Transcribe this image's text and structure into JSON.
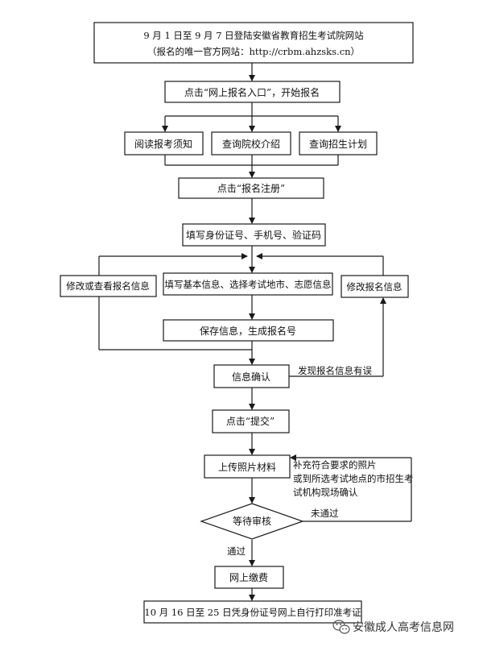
{
  "flowchart": {
    "nodes": {
      "login_line1": "9 月 1 日至 9 月 7 日登陆安徽省教育招生考试院网站",
      "login_line2": "（报名的唯一官方网站：http://crbm.ahzsks.cn）",
      "entry": "点击“网上报名入口”，开始报名",
      "notice": "阅读报考须知",
      "schools": "查询院校介绍",
      "plan": "查询招生计划",
      "register": "点击“报名注册”",
      "idfill": "填写身份证号、手机号、验证码",
      "modify_view": "修改或查看报名信息",
      "basic_info": "填写基本信息、选择考试地市、志愿信息",
      "modify": "修改报名信息",
      "save": "保存信息，生成报名号",
      "confirm": "信息确认",
      "submit": "点击“提交”",
      "upload": "上传照片材料",
      "wait": "等待审核",
      "pay": "网上缴费",
      "print": "10 月 16 日至 25 日凭身份证号网上自行打印准考证"
    },
    "labels": {
      "found_error": "发现报名信息有误",
      "supplement_line1": "补充符合要求的照片",
      "supplement_line2": "或到所选考试地点的市招生考",
      "supplement_line3": "试机构现场确认",
      "not_passed": "未通过",
      "passed": "通过"
    }
  },
  "watermark": {
    "icon": "wechat-icon",
    "text": "安徽成人高考信息网"
  }
}
